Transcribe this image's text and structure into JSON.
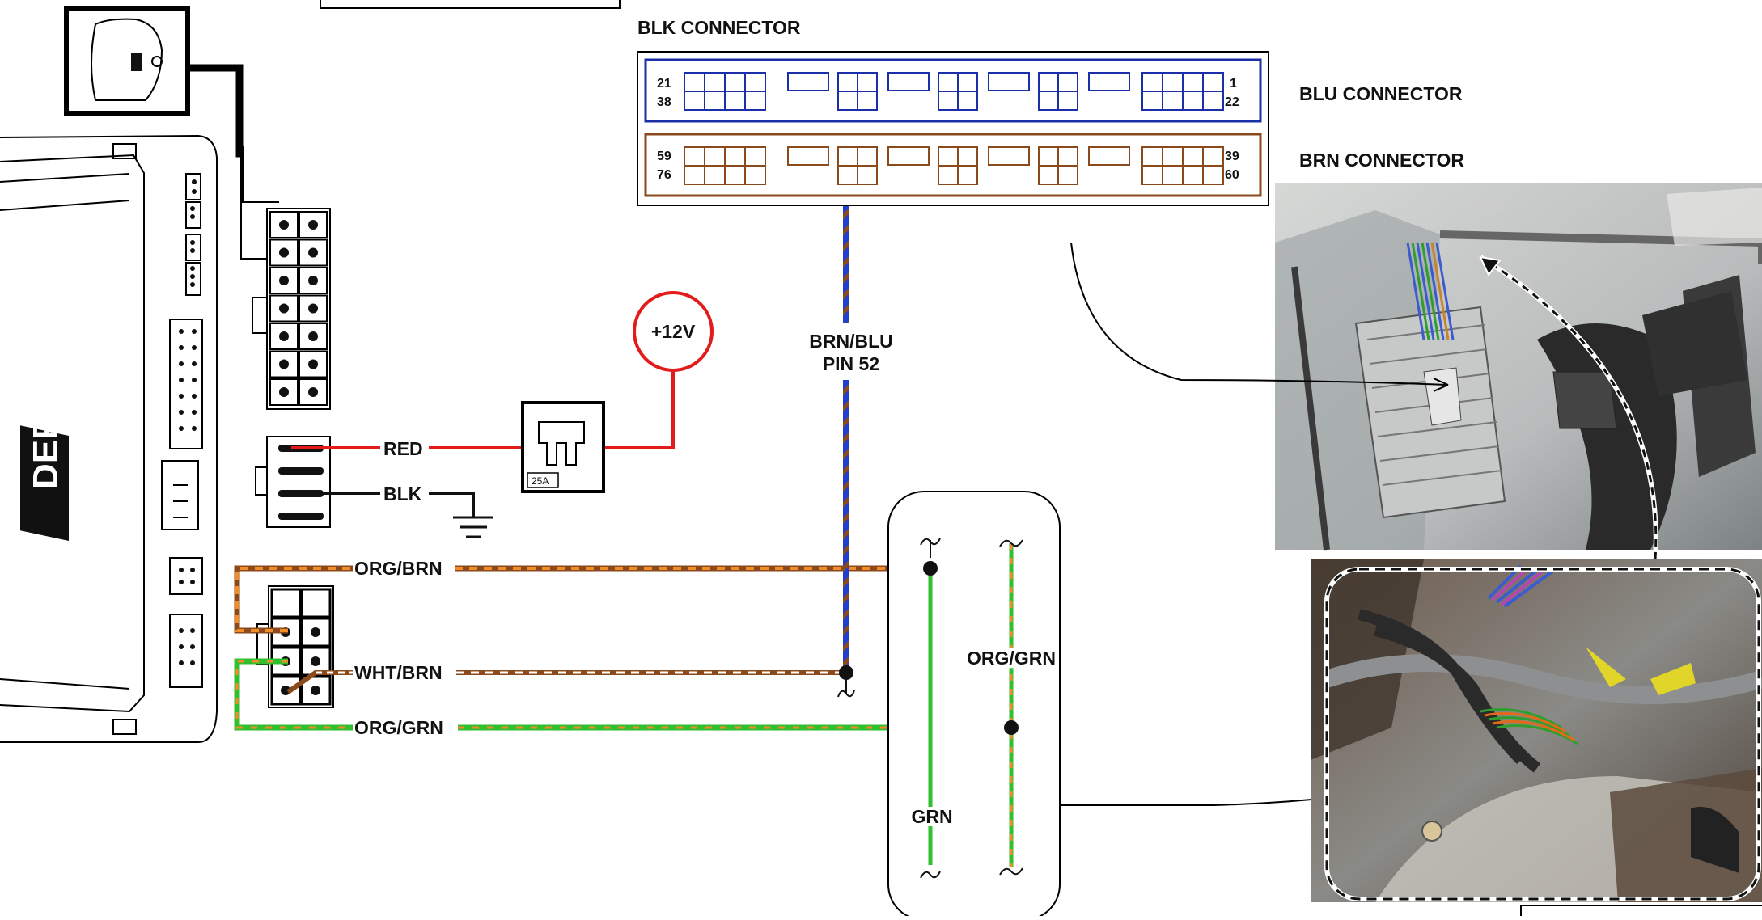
{
  "labels": {
    "blk_connector": "BLK CONNECTOR",
    "blu_connector": "BLU CONNECTOR",
    "brn_connector": "BRN CONNECTOR",
    "power": "+12V",
    "brn_blu": "BRN/BLU",
    "pin52": "PIN 52",
    "red": "RED",
    "blk": "BLK",
    "org_brn": "ORG/BRN",
    "wht_brn": "WHT/BRN",
    "org_grn_left": "ORG/GRN",
    "org_grn_right": "ORG/GRN",
    "grn": "GRN",
    "fuse_rating": "25A",
    "brand": "DEFA"
  },
  "pins": {
    "blu_top_left": "21",
    "blu_bottom_left": "38",
    "blu_top_right": "1",
    "blu_bottom_right": "22",
    "brn_top_left": "59",
    "brn_bottom_left": "76",
    "brn_top_right": "39",
    "brn_bottom_right": "60"
  },
  "colors": {
    "red_wire": "#e31b1b",
    "blk_wire": "#111111",
    "brown": "#8b4a1c",
    "orange": "#f28c28",
    "green": "#2fbf2f",
    "blue": "#1f3fcc",
    "connector_blue": "#1b2fa8",
    "connector_brown": "#8b4a1c"
  }
}
